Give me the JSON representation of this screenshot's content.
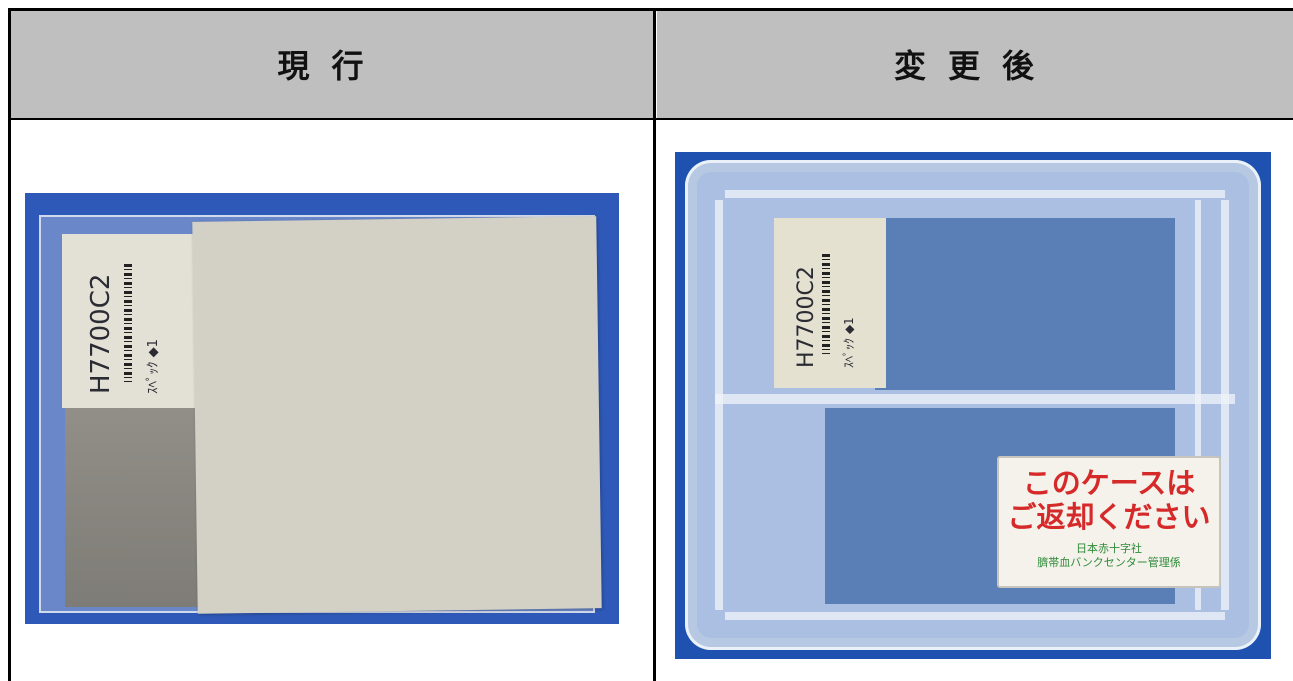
{
  "table": {
    "header_current": "現行",
    "header_after": "変更後"
  },
  "current_label": {
    "code": "H7700C2",
    "line2": "ｽﾍﾟｯｸ ◆1"
  },
  "after_label": {
    "code": "H7700C2",
    "line2": "ｽﾍﾟｯｸ ◆1"
  },
  "sticker": {
    "line1": "このケースは",
    "line2": "ご返却ください",
    "line3": "日本赤十字社",
    "line4": "臍帯血バンクセンター管理係"
  },
  "colors": {
    "header_bg": "#bfbfbf",
    "photo_bg": "#2f59b8",
    "sticker_red": "#d62a2a",
    "sticker_green": "#2f8a3a"
  }
}
